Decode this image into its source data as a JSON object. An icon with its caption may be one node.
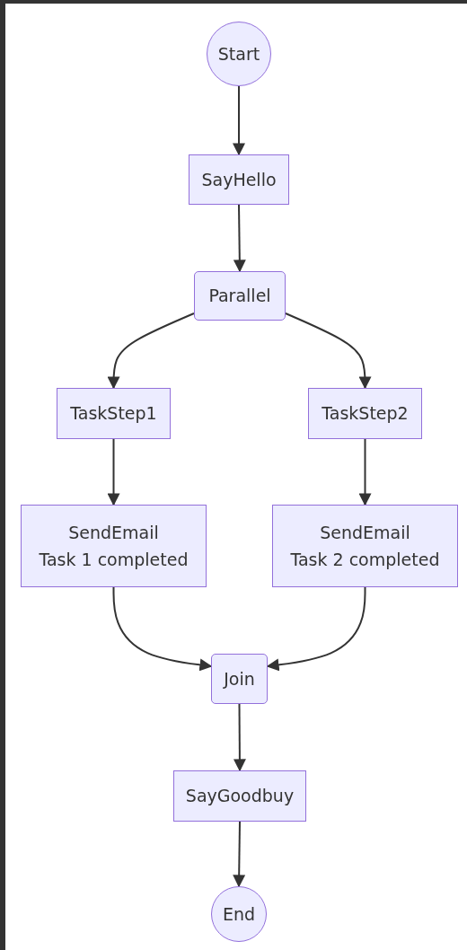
{
  "diagram": {
    "nodes": [
      {
        "text": [
          "Start"
        ]
      },
      {
        "text": [
          "SayHello"
        ]
      },
      {
        "text": [
          "Parallel"
        ]
      },
      {
        "text": [
          "TaskStep1"
        ]
      },
      {
        "text": [
          "TaskStep2"
        ]
      },
      {
        "text": [
          "SendEmail",
          "Task 1 completed"
        ]
      },
      {
        "text": [
          "SendEmail",
          "Task 2 completed"
        ]
      },
      {
        "text": [
          "Join"
        ]
      },
      {
        "text": [
          "SayGoodbuy"
        ]
      },
      {
        "text": [
          "End"
        ]
      }
    ],
    "edges": [
      {
        "from": 0,
        "to": 1,
        "arrow": "to"
      },
      {
        "from": 1,
        "to": 2,
        "arrow": "to"
      },
      {
        "from": 2,
        "to": 3,
        "arrow": "to"
      },
      {
        "from": 2,
        "to": 4,
        "arrow": "to"
      },
      {
        "from": 3,
        "to": 5,
        "arrow": "to"
      },
      {
        "from": 4,
        "to": 6,
        "arrow": "to"
      },
      {
        "from": 5,
        "to": 7,
        "arrow": "to"
      },
      {
        "from": 6,
        "to": 7,
        "arrow": "to"
      },
      {
        "from": 7,
        "to": 8,
        "arrow": "to"
      },
      {
        "from": 8,
        "to": 9,
        "arrow": "to"
      }
    ]
  }
}
